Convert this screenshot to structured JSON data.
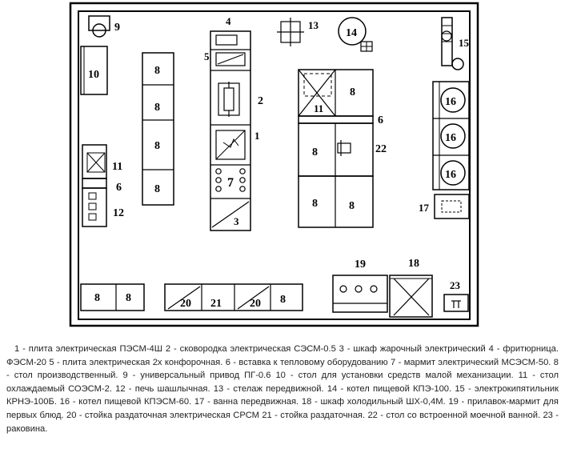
{
  "plan": {
    "labels": {
      "l1": "1",
      "l2": "2",
      "l3": "3",
      "l4": "4",
      "l5": "5",
      "l6": "6",
      "l6b": "6",
      "l7": "7",
      "l8": "8",
      "l9": "9",
      "l10": "10",
      "l11": "11",
      "l11b": "11",
      "l12": "12",
      "l13": "13",
      "l14": "14",
      "l15": "15",
      "l16": "16",
      "l17": "17",
      "l18": "18",
      "l19": "19",
      "l20": "20",
      "l21": "21",
      "l22": "22",
      "l23": "23"
    }
  },
  "caption": {
    "text": "1 - плита электрическая ПЭСМ-4Ш 2 - сковородка электрическая СЭСМ-0.5 3 - шкаф жарочный электрический 4 - фритюрница. ФЭСМ-20 5 - плита электрическая 2х конфорочная. 6 - вставка к тепловому оборудованию 7 - мармит электрический МСЭСМ-50. 8 - стол производственный. 9 - универсальный привод ПГ-0.6 10 - стол для установки средств малой механизации. 11 - стол охлаждаемый СОЭСМ-2. 12 - печь шашлычная. 13 - стелаж передвижной. 14 - котел пищевой КПЭ-100. 15 - электрокипятильник КРНЭ-100Б. 16 - котел пищевой КПЭСМ-60. 17 - ванна передвижная. 18 - шкаф холодильный ШХ-0,4М. 19 - прилавок-мармит для первых блюд. 20 - стойка раздаточная электрическая СРСМ 21 - стойка раздаточная. 22 - стол со встроенной моечной ванной. 23 - раковина."
  }
}
